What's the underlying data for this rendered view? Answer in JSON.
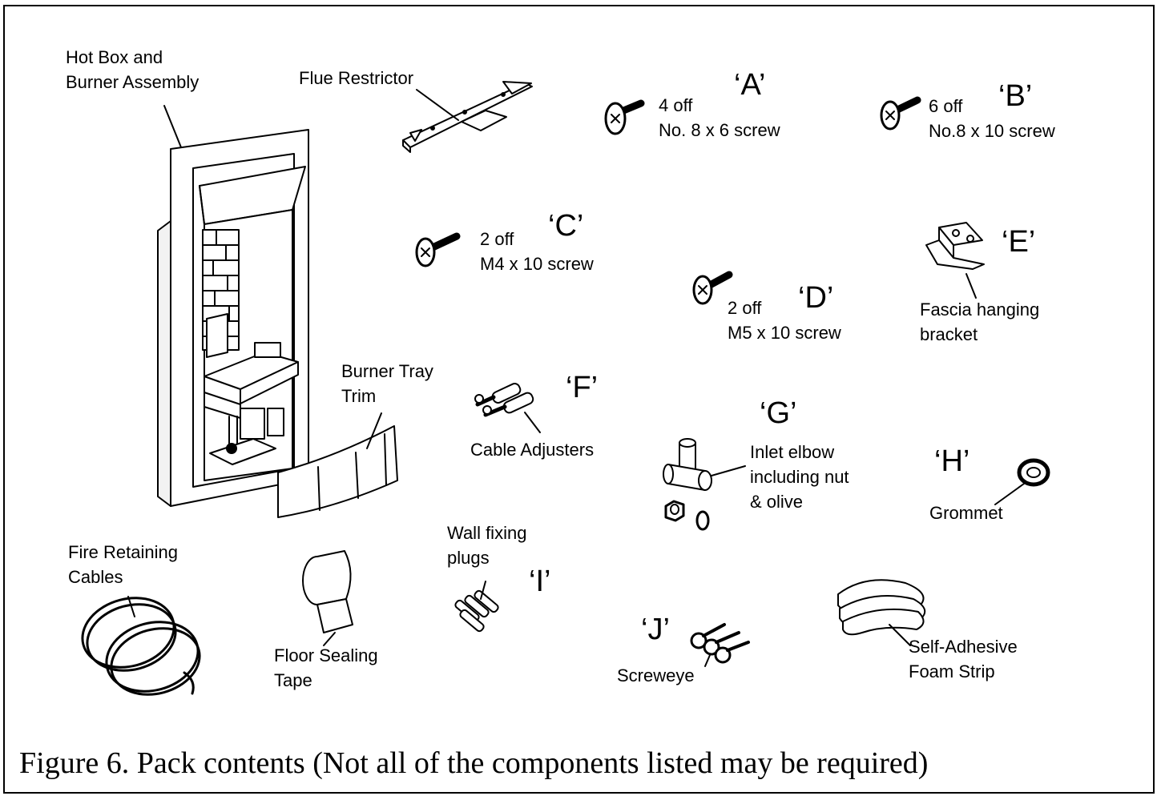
{
  "figure": {
    "caption": "Figure 6. Pack contents (Not all of the components listed may be required)"
  },
  "parts": {
    "hot_box": {
      "label": "Hot Box and\nBurner Assembly"
    },
    "flue_restrictor": {
      "label": "Flue Restrictor"
    },
    "burner_tray_trim": {
      "label": "Burner Tray\nTrim"
    },
    "screw_a": {
      "tag": "‘A’",
      "qty": "4 off",
      "spec": "No. 8 x 6 screw"
    },
    "screw_b": {
      "tag": "‘B’",
      "qty": "6 off",
      "spec": "No.8 x 10 screw"
    },
    "screw_c": {
      "tag": "‘C’",
      "qty": "2 off",
      "spec": "M4 x 10 screw"
    },
    "screw_d": {
      "tag": "‘D’",
      "qty": "2 off",
      "spec": "M5 x 10 screw"
    },
    "bracket_e": {
      "tag": "‘E’",
      "label": "Fascia hanging\nbracket"
    },
    "cable_adjusters_f": {
      "tag": "‘F’",
      "label": "Cable Adjusters"
    },
    "inlet_elbow_g": {
      "tag": "‘G’",
      "label": "Inlet elbow\nincluding nut\n& olive"
    },
    "grommet_h": {
      "tag": "‘H’",
      "label": "Grommet"
    },
    "wall_plugs_i": {
      "tag": "‘I’",
      "label": "Wall fixing\nplugs"
    },
    "screweye_j": {
      "tag": "‘J’",
      "label": "Screweye"
    },
    "fire_cables": {
      "label": "Fire Retaining\nCables"
    },
    "floor_tape": {
      "label": "Floor Sealing\nTape"
    },
    "foam_strip": {
      "label": "Self-Adhesive\nFoam Strip"
    }
  }
}
